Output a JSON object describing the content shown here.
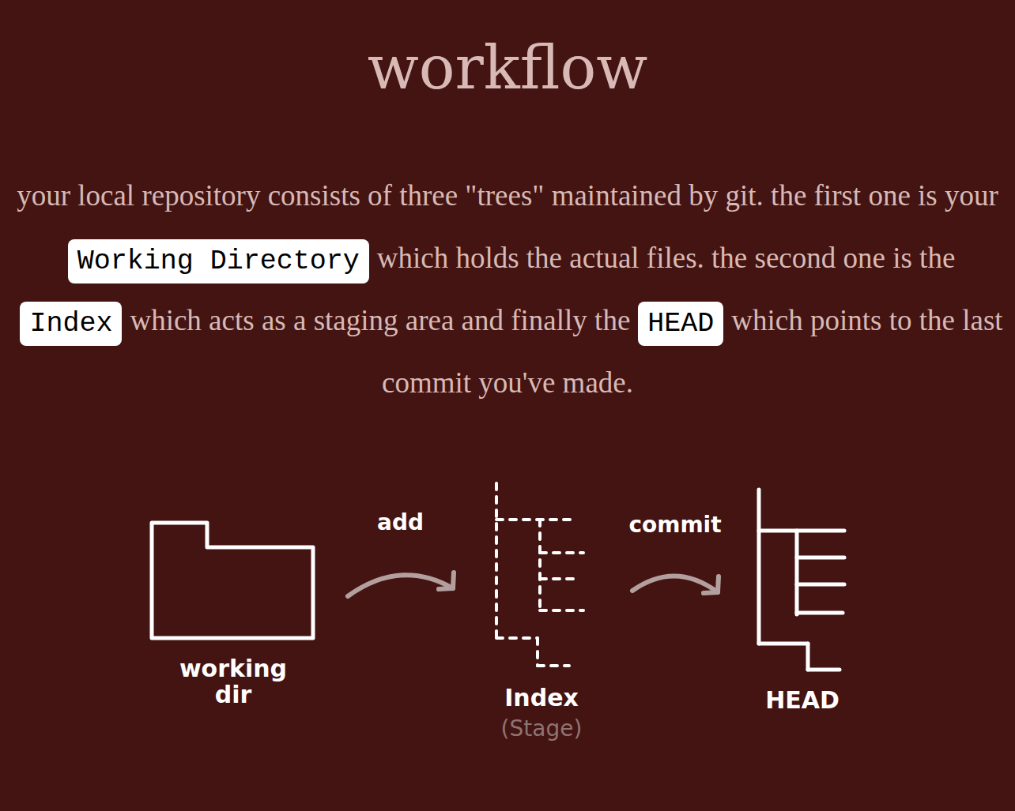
{
  "diagram": {
    "title": "workflow",
    "nodes": [
      {
        "text": [
          "working dir"
        ]
      },
      {
        "text": [
          "Index",
          "(Stage)"
        ]
      },
      {
        "text": [
          "HEAD"
        ]
      }
    ],
    "edges": [
      {
        "from": 0,
        "to": 1,
        "label": "add",
        "arrow": "to"
      },
      {
        "from": 1,
        "to": 2,
        "label": "commit",
        "arrow": "to"
      }
    ],
    "labels": [
      "your local repository consists of three \"trees\" maintained by git. the first one is your",
      "Working Directory",
      "which holds the actual files. the second one is the",
      "Index",
      "which acts as a staging area and finally the",
      "HEAD",
      "which points to the last commit you've made."
    ]
  }
}
